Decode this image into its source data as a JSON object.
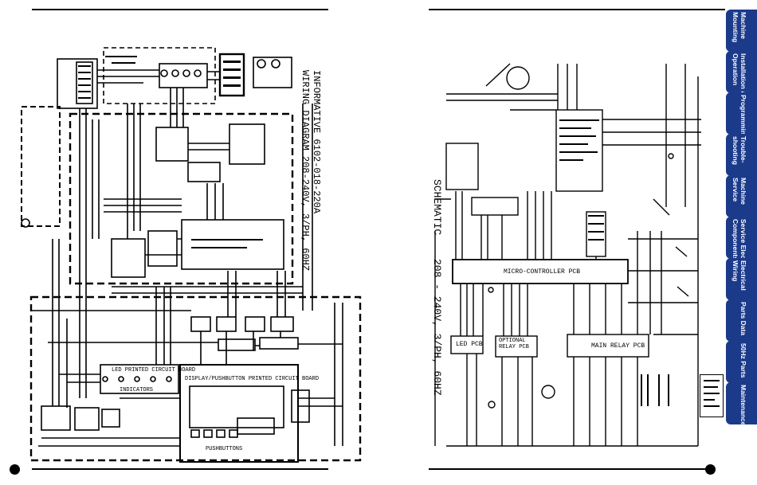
{
  "left_page": {
    "title_line1": "INFORMATIVE 6102-018-220A",
    "title_line2": "WIRING DIAGRAM  208-240V, 3/PH, 60HZ",
    "boards": {
      "led_pcb": "LED PRINTED CIRCUIT BOARD",
      "display_pcb": "DISPLAY/PUSHBUTTON PRINTED CIRCUIT BOARD",
      "indicators": "INDICATORS",
      "pushbuttons": "PUSHBUTTONS"
    }
  },
  "right_page": {
    "schematic_title": "SCHEMATIC",
    "schematic_subtitle": "208 - 240V, 3/PH, 60HZ",
    "boards": {
      "micro_controller": "MICRO-CONTROLLER PCB",
      "led_pcb": "LED PCB",
      "optional_relay": "OPTIONAL RELAY PCB",
      "main_relay": "MAIN RELAY PCB"
    }
  },
  "tabs": [
    {
      "label": "Machine Mounting",
      "color": "#1c3a8a"
    },
    {
      "label": "Installation & Operation",
      "color": "#1c3a8a"
    },
    {
      "label": "Programming",
      "color": "#1c3a8a"
    },
    {
      "label": "Trouble-shooting",
      "color": "#1c3a8a"
    },
    {
      "label": "Machine Service",
      "color": "#1c3a8a"
    },
    {
      "label": "Service Elec. Components",
      "color": "#1c3a8a"
    },
    {
      "label": "Electrical Wiring",
      "color": "#1c3a8a"
    },
    {
      "label": "Parts Data",
      "color": "#1c3a8a"
    },
    {
      "label": "50Hz Parts",
      "color": "#1c3a8a"
    },
    {
      "label": "Maintenance",
      "color": "#1c3a8a"
    }
  ]
}
